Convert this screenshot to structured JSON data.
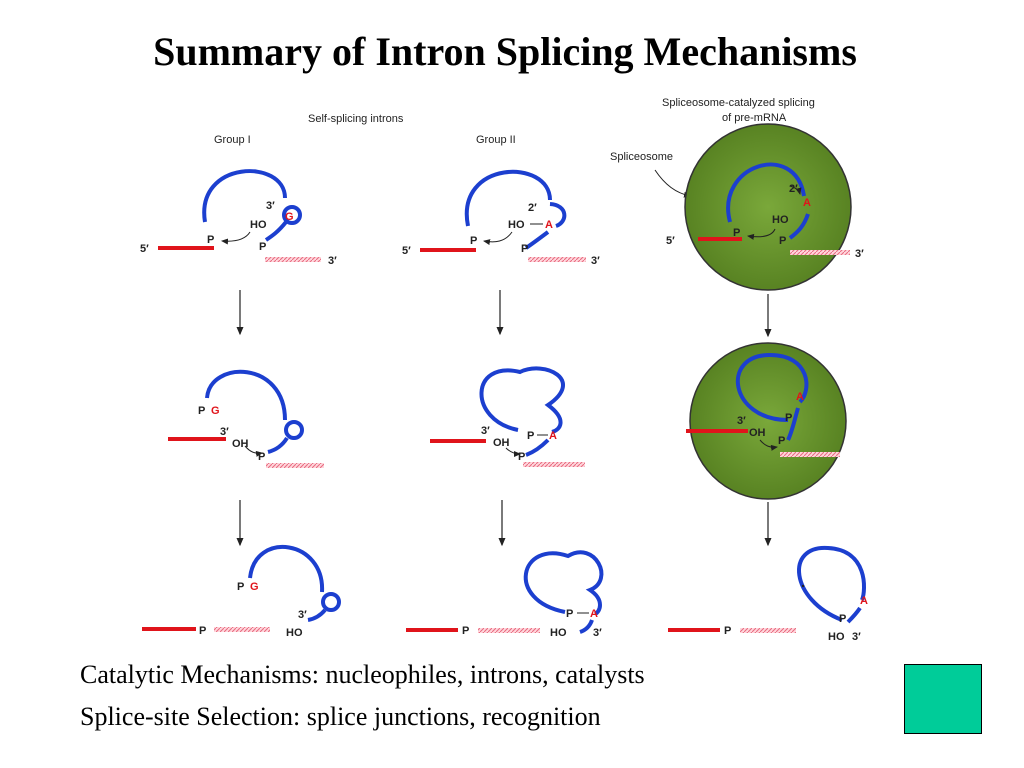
{
  "title": "Summary of Intron Splicing Mechanisms",
  "diagram": {
    "self_splicing_header": "Self-splicing introns",
    "group1_header": "Group I",
    "group2_header": "Group II",
    "spliceosome_header_line1": "Spliceosome-catalyzed splicing",
    "spliceosome_header_line2": "of pre-mRNA",
    "spliceosome_label": "Spliceosome",
    "labels": {
      "five_prime": "5′",
      "three_prime": "3′",
      "two_prime": "2′",
      "P": "P",
      "HO": "HO",
      "OH": "OH",
      "G": "G",
      "A": "A"
    }
  },
  "bottom_lines": [
    "Catalytic Mechanisms: nucleophiles, introns, catalysts",
    "Splice-site Selection: splice junctions, recognition"
  ],
  "colors": {
    "exon": "#e0141b",
    "intron": "#1c3fcf",
    "spliceosome": "#6b9a2a",
    "nav_box": "#00cc99"
  }
}
